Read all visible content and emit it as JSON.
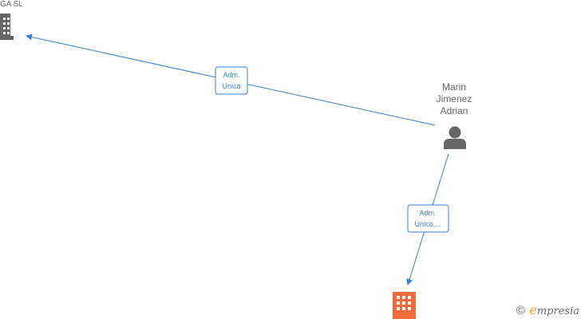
{
  "colors": {
    "edge": "#3b7fd4",
    "node_gray": "#666666",
    "highlight_company": "#f26b3a",
    "brand_orange": "#f39c34"
  },
  "nodes": {
    "company_top": {
      "label": "GA  SL",
      "icon": "building-icon"
    },
    "person": {
      "label_lines": [
        "Marin",
        "Jimenez",
        "Adrian"
      ],
      "icon": "person-icon"
    },
    "company_bottom": {
      "label": "",
      "icon": "building-icon"
    }
  },
  "edges": [
    {
      "label_lines": [
        "Adm.",
        "Unico"
      ]
    },
    {
      "label_lines": [
        "Adm.",
        "Unico,..."
      ]
    }
  ],
  "watermark": {
    "copyright": "©",
    "brand_initial": "e",
    "brand_rest": "mpresia"
  }
}
